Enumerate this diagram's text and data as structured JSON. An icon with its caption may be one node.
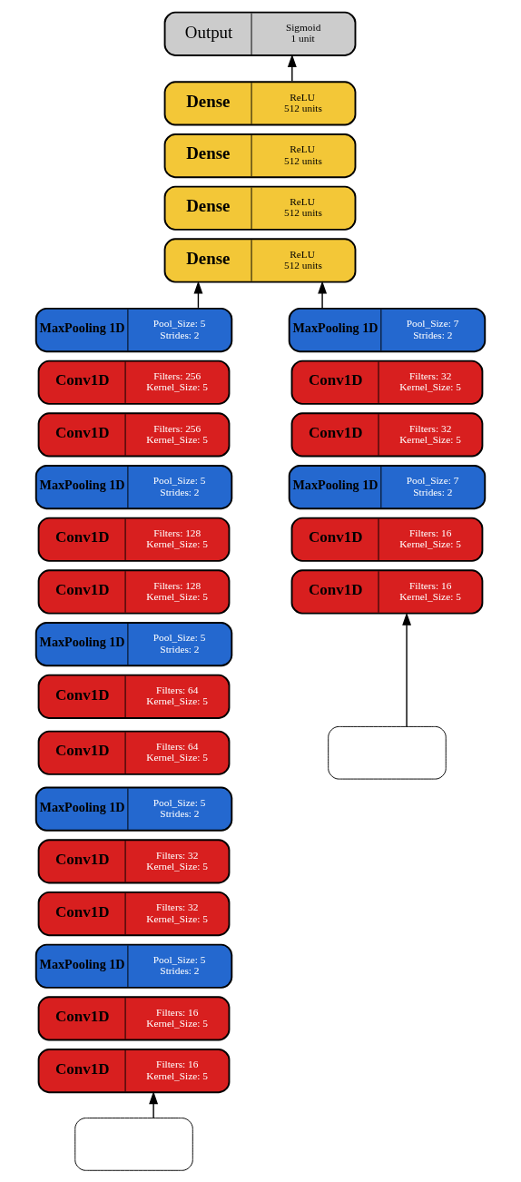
{
  "diagram": {
    "nodes": [
      {
        "text": [
          "Output",
          "Sigmoid 1 unit"
        ]
      },
      {
        "text": [
          "Dense",
          "ReLU 512 units"
        ]
      },
      {
        "text": [
          "Dense",
          "ReLU 512 units"
        ]
      },
      {
        "text": [
          "Dense",
          "ReLU 512 units"
        ]
      },
      {
        "text": [
          "Dense",
          "ReLU 512 units"
        ]
      },
      {
        "text": [
          "MaxPooling 1D",
          "Pool_Size: 5 Strides: 2"
        ]
      },
      {
        "text": [
          "Conv1D",
          "Filters: 256 Kernel_Size: 5"
        ]
      },
      {
        "text": [
          "Conv1D",
          "Filters: 256 Kernel_Size: 5"
        ]
      },
      {
        "text": [
          "MaxPooling 1D",
          "Pool_Size: 5 Strides: 2"
        ]
      },
      {
        "text": [
          "Conv1D",
          "Filters: 128 Kernel_Size: 5"
        ]
      },
      {
        "text": [
          "Conv1D",
          "Filters: 128 Kernel_Size: 5"
        ]
      },
      {
        "text": [
          "MaxPooling 1D",
          "Pool_Size: 5 Strides: 2"
        ]
      },
      {
        "text": [
          "Conv1D",
          "Filters: 64 Kernel_Size: 5"
        ]
      },
      {
        "text": [
          "Conv1D",
          "Filters: 64 Kernel_Size: 5"
        ]
      },
      {
        "text": [
          "MaxPooling 1D",
          "Pool_Size: 5 Strides: 2"
        ]
      },
      {
        "text": [
          "Conv1D",
          "Filters: 32 Kernel_Size: 5"
        ]
      },
      {
        "text": [
          "Conv1D",
          "Filters: 32 Kernel_Size: 5"
        ]
      },
      {
        "text": [
          "MaxPooling 1D",
          "Pool_Size: 5 Strides: 2"
        ]
      },
      {
        "text": [
          "Conv1D",
          "Filters: 16 Kernel_Size: 5"
        ]
      },
      {
        "text": [
          "Conv1D",
          "Filters: 16 Kernel_Size: 5"
        ]
      },
      {
        "text": [],
        "shape": "box"
      },
      {
        "text": [
          "MaxPooling 1D",
          "Pool_Size: 7 Strides: 2"
        ]
      },
      {
        "text": [
          "Conv1D",
          "Filters: 32 Kernel_Size: 5"
        ]
      },
      {
        "text": [
          "Conv1D",
          "Filters: 32 Kernel_Size: 5"
        ]
      },
      {
        "text": [
          "MaxPooling 1D",
          "Pool_Size: 7 Strides: 2"
        ]
      },
      {
        "text": [
          "Conv1D",
          "Filters: 16 Kernel_Size: 5"
        ]
      },
      {
        "text": [
          "Conv1D",
          "Filters: 16 Kernel_Size: 5"
        ]
      },
      {
        "text": [],
        "shape": "box"
      }
    ],
    "edges": [
      {
        "from": 20,
        "to": 19,
        "arrow": "to"
      },
      {
        "from": 27,
        "to": 26,
        "arrow": "to"
      },
      {
        "from": 5,
        "to": 4,
        "arrow": "to"
      },
      {
        "from": 21,
        "to": 4,
        "arrow": "to"
      },
      {
        "from": 1,
        "to": 0,
        "arrow": "to"
      }
    ]
  }
}
